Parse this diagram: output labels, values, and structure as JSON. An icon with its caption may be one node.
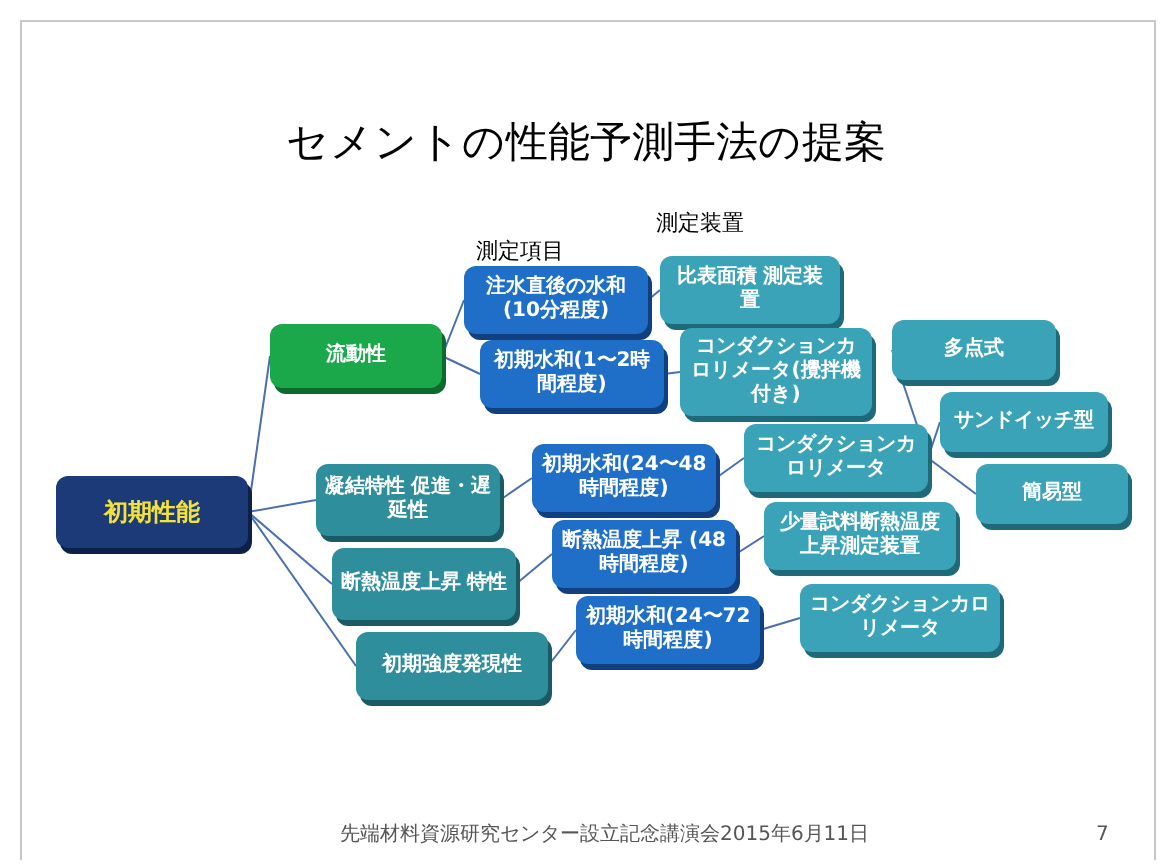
{
  "diagram": {
    "title": "セメントの性能予測手法の提案",
    "nodes": [
      {
        "text": [
          "初期性能"
        ]
      },
      {
        "text": [
          "流動性"
        ]
      },
      {
        "text": [
          "凝結特性 促進・遅延性"
        ]
      },
      {
        "text": [
          "断熱温度上昇 特性"
        ]
      },
      {
        "text": [
          "初期強度発現性"
        ]
      },
      {
        "text": [
          "注水直後の水和 (10分程度)"
        ]
      },
      {
        "text": [
          "初期水和(1〜2時間程度)"
        ]
      },
      {
        "text": [
          "初期水和(24〜48時間程度)"
        ]
      },
      {
        "text": [
          "断熱温度上昇 (48時間程度)"
        ]
      },
      {
        "text": [
          "初期水和(24〜72時間程度)"
        ]
      },
      {
        "text": [
          "比表面積 測定装置"
        ]
      },
      {
        "text": [
          "コンダクションカロリメータ(攪拌機付き)"
        ]
      },
      {
        "text": [
          "コンダクションカロリメータ"
        ]
      },
      {
        "text": [
          "少量試料断熱温度上昇測定装置"
        ]
      },
      {
        "text": [
          "コンダクションカロリメータ"
        ]
      },
      {
        "text": [
          "多点式"
        ]
      },
      {
        "text": [
          "サンドイッチ型"
        ]
      },
      {
        "text": [
          "簡易型"
        ]
      }
    ],
    "edges": [
      {
        "from": 0,
        "to": 1,
        "arrow": "none"
      },
      {
        "from": 0,
        "to": 2,
        "arrow": "none"
      },
      {
        "from": 0,
        "to": 3,
        "arrow": "none"
      },
      {
        "from": 0,
        "to": 4,
        "arrow": "none"
      },
      {
        "from": 1,
        "to": 5,
        "arrow": "none"
      },
      {
        "from": 1,
        "to": 6,
        "arrow": "none"
      },
      {
        "from": 2,
        "to": 7,
        "arrow": "none"
      },
      {
        "from": 3,
        "to": 8,
        "arrow": "none"
      },
      {
        "from": 4,
        "to": 9,
        "arrow": "none"
      },
      {
        "from": 5,
        "to": 10,
        "arrow": "none"
      },
      {
        "from": 6,
        "to": 11,
        "arrow": "none"
      },
      {
        "from": 7,
        "to": 12,
        "arrow": "none"
      },
      {
        "from": 8,
        "to": 13,
        "arrow": "none"
      },
      {
        "from": 9,
        "to": 14,
        "arrow": "none"
      },
      {
        "from": 12,
        "to": 15,
        "arrow": "none"
      },
      {
        "from": 12,
        "to": 16,
        "arrow": "none"
      },
      {
        "from": 12,
        "to": 17,
        "arrow": "none"
      }
    ],
    "labels": [
      "測定項目",
      "測定装置",
      "先端材料資源研究センター設立記念講演会2015年6月11日",
      "7"
    ]
  }
}
